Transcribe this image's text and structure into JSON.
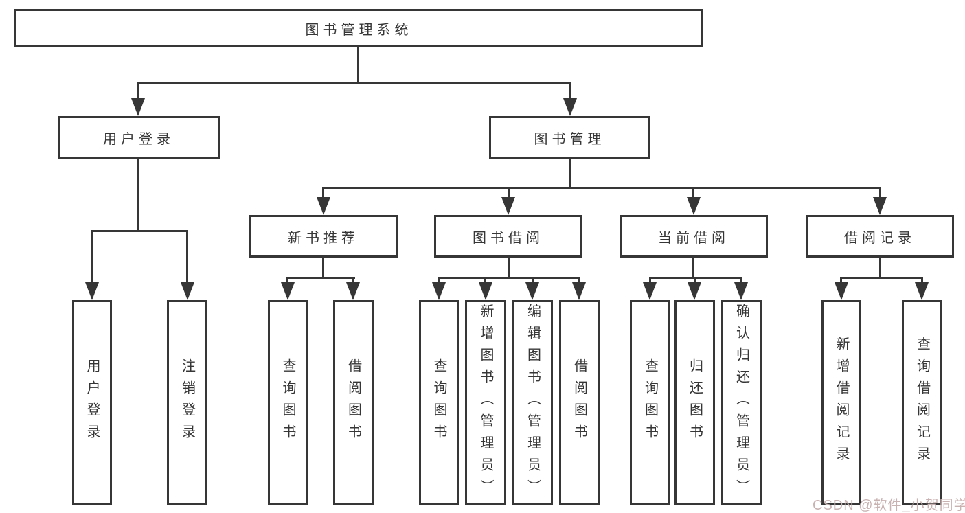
{
  "diagram_title": "图书管理系统",
  "nodes": {
    "root": "图书管理系统",
    "login": {
      "label": "用户登录",
      "children": [
        "用户登录",
        "注销登录"
      ]
    },
    "mgmt": {
      "label": "图书管理",
      "children": [
        {
          "label": "新书推荐",
          "children": [
            "查询图书",
            "借阅图书"
          ]
        },
        {
          "label": "图书借阅",
          "children": [
            "查询图书",
            "新增图书（管理员）",
            "编辑图书（管理员）",
            "借阅图书"
          ]
        },
        {
          "label": "当前借阅",
          "children": [
            "查询图书",
            "归还图书",
            "确认归还（管理员）"
          ]
        },
        {
          "label": "借阅记录",
          "children": [
            "新增借阅记录",
            "查询借阅记录"
          ]
        }
      ]
    }
  },
  "watermark": {
    "text": "CSDN @软件_小贺同学"
  },
  "colors": {
    "line": "#363636",
    "text": "#363636",
    "background": "#ffffff",
    "watermark": "#c9b2b2"
  }
}
